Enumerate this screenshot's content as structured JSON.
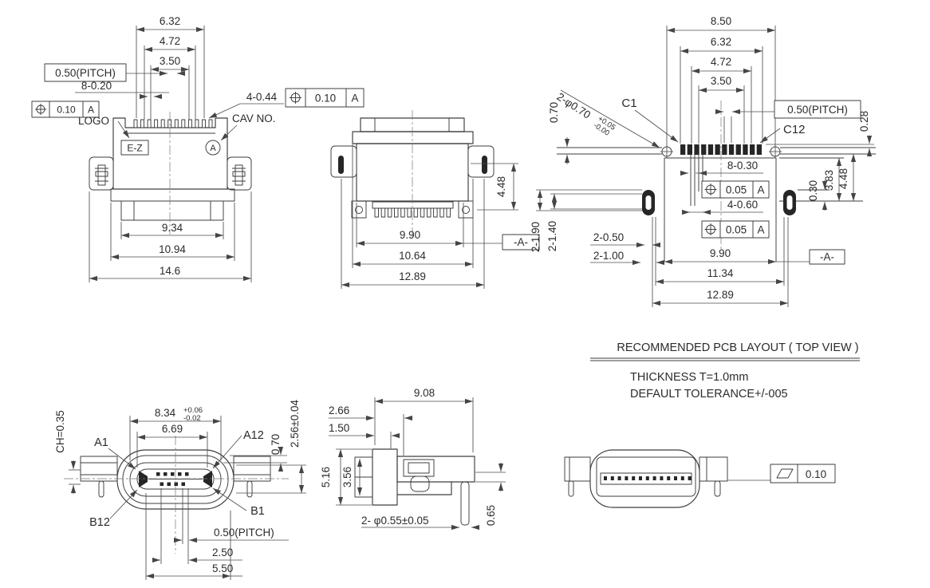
{
  "colors": {
    "line": "#3d3d3d",
    "dark_fill": "#262626",
    "background": "#ffffff"
  },
  "drawing": {
    "front_view": {
      "dim_632": "6.32",
      "dim_472": "4.72",
      "dim_350": "3.50",
      "pitch": "0.50(PITCH)",
      "dim_8_020": "8-0.20",
      "dim_4_044": "4-0.44",
      "fcf_tol": "0.10",
      "fcf_datum": "A",
      "fcf2_tol": "0.10",
      "fcf2_datum": "A",
      "logo": "LOGO",
      "logo_mark": "E-Z",
      "cav_no": "CAV NO.",
      "cav_mark": "A",
      "dim_934": "9.34",
      "dim_1094": "10.94",
      "dim_146": "14.6"
    },
    "rear_view": {
      "dim_448": "4.48",
      "dim_990": "9.90",
      "datum": "-A-",
      "dim_1064": "10.64",
      "dim_1289": "12.89"
    },
    "pcb_view": {
      "dim_850": "8.50",
      "dim_632": "6.32",
      "dim_472": "4.72",
      "dim_350": "3.50",
      "pitch": "0.50(PITCH)",
      "dim_028": "0.28",
      "dim_070": "0.70",
      "hole_note": "2-φ0.70",
      "hole_tol_plus": "+0.05",
      "hole_tol_minus": "-0.00",
      "c1": "C1",
      "c12": "C12",
      "dim_8_030": "8-0.30",
      "fcf1_tol": "0.05",
      "fcf1_datum": "A",
      "dim_4_060": "4-0.60",
      "fcf2_tol": "0.05",
      "fcf2_datum": "A",
      "dim_2_050": "2-0.50",
      "dim_2_100": "2-1.00",
      "dim_2_190": "2-1.90",
      "dim_2_140": "2-1.40",
      "dim_030": "0.30",
      "dim_383": "3.83",
      "dim_448": "4.48",
      "dim_990": "9.90",
      "datum": "-A-",
      "dim_1134": "11.34",
      "dim_1289": "12.89"
    },
    "pcb_caption": {
      "title": "RECOMMENDED PCB LAYOUT ( TOP VIEW )",
      "note_thickness": "THICKNESS  T=1.0mm",
      "note_tolerance": "DEFAULT   TOLERANCE+/-005"
    },
    "bottom_view": {
      "ch": "CH=0.35",
      "dim_834": "8.34",
      "tol_plus": "+0.06",
      "tol_minus": "-0.02",
      "dim_669": "6.69",
      "a1": "A1",
      "a12": "A12",
      "b1": "B1",
      "b12": "B12",
      "dim_070": "0.70",
      "dim_256": "2.56±0.04",
      "pitch": "0.50(PITCH)",
      "dim_250": "2.50",
      "dim_550": "5.50"
    },
    "side_view": {
      "dim_908": "9.08",
      "dim_266": "2.66",
      "dim_150": "1.50",
      "dim_516": "5.16",
      "dim_356": "3.56",
      "hole_note": "2- φ0.55±0.05",
      "dim_065": "0.65"
    },
    "flatness_view": {
      "tol": "0.10"
    }
  }
}
